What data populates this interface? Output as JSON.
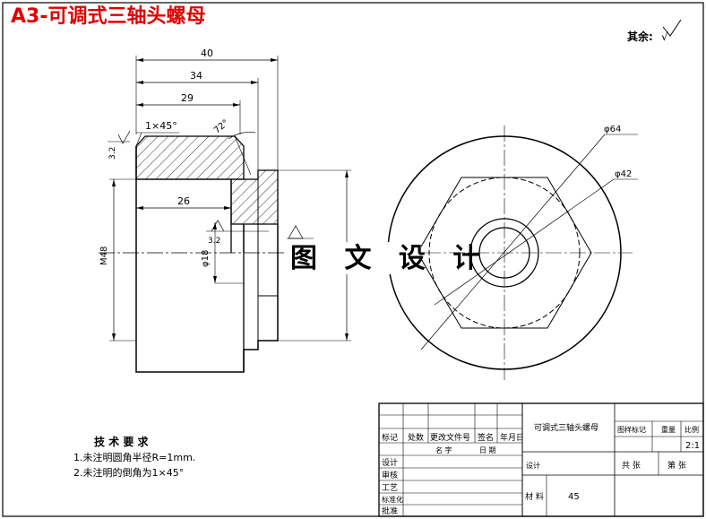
{
  "title": "A3-可调式三轴头螺母",
  "roughness_note": {
    "label": "其余:",
    "symbol": "√"
  },
  "watermark": "图 文 设 计",
  "dimensions": {
    "len_40": "40",
    "len_34": "34",
    "len_29": "29",
    "len_26": "26",
    "chamfer": "1×45°",
    "angle": "72°",
    "rough_32a": "3.2",
    "rough_32b": "3.2",
    "dia_18": "φ18",
    "m48": "M48",
    "dia_64": "φ64",
    "dia_42": "φ42"
  },
  "tech_requirements": {
    "heading": "技 术 要 求",
    "items": [
      "1.未注明圆角半径R=1mm.",
      "2.未注明的倒角为1×45°"
    ]
  },
  "title_block": {
    "part_name": "可调式三轴头螺母",
    "rev_headers": [
      "标记",
      "处数",
      "更改文件号",
      "签名",
      "年月日"
    ],
    "rev_sub": [
      "名 字",
      "日 期"
    ],
    "roles": [
      "设计",
      "审核",
      "工艺",
      "标准化",
      "批准"
    ],
    "mark_headers": [
      "图样标记",
      "重量",
      "比例"
    ],
    "scale": "2:1",
    "sheet_total": "共 张",
    "sheet_no": "第 张",
    "material_label": "材 料",
    "material": "45",
    "design_label": "设计"
  }
}
